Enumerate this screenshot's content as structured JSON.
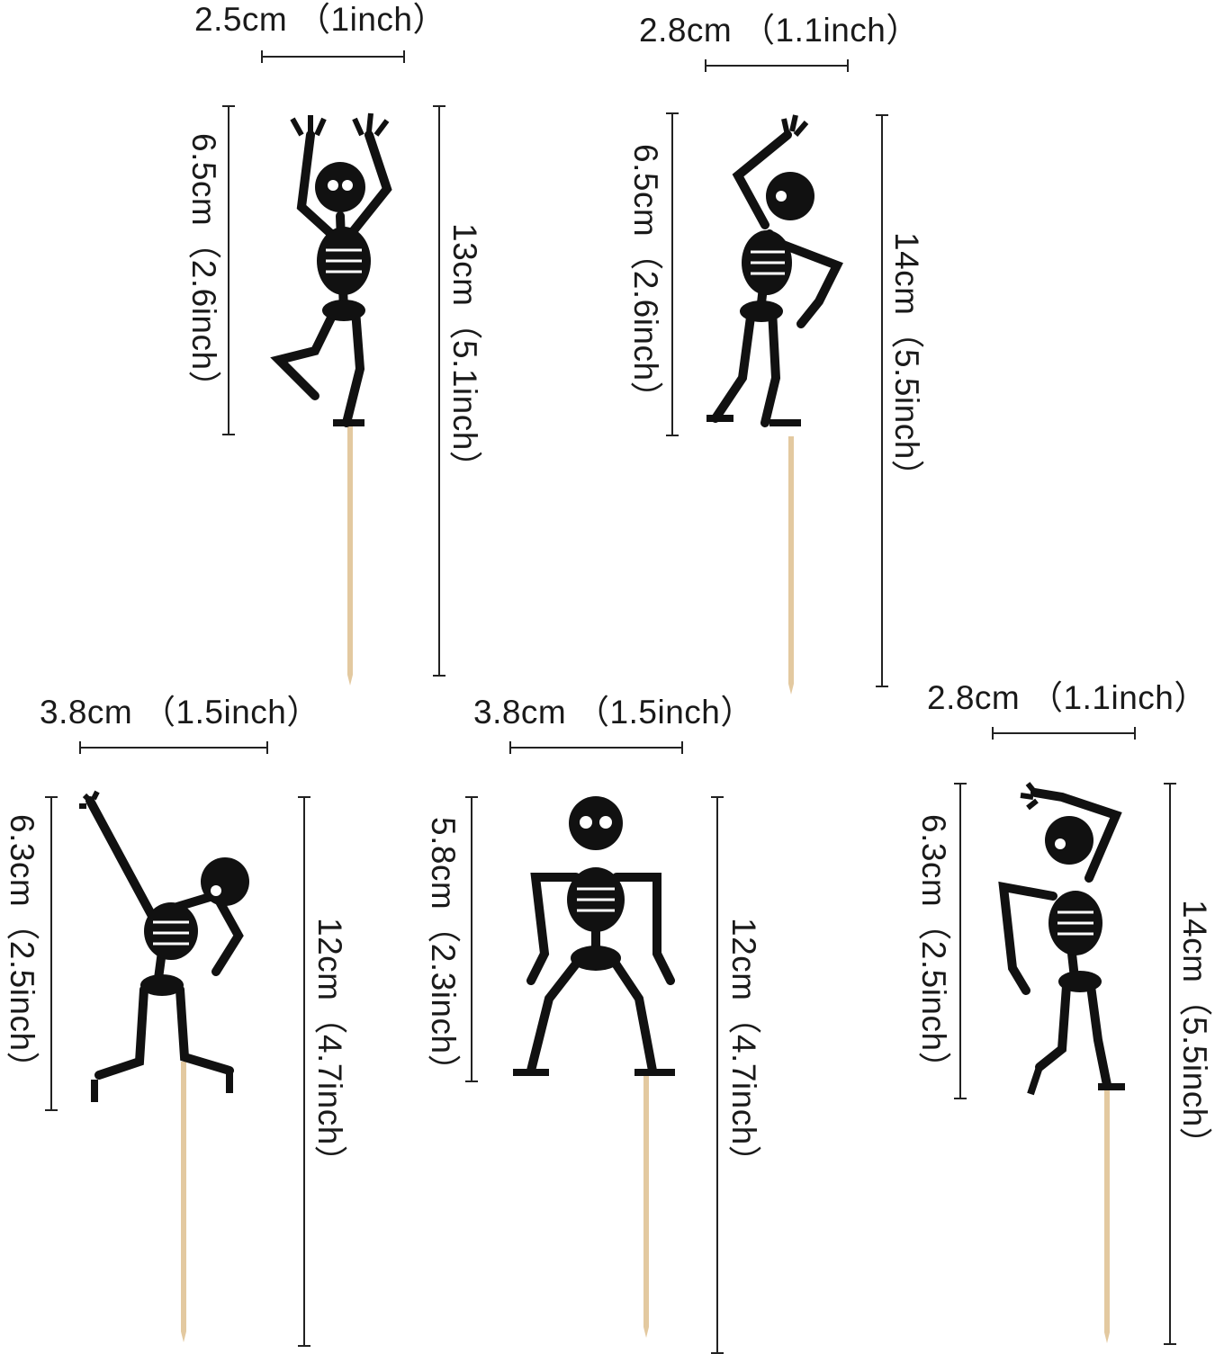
{
  "colors": {
    "background": "#ffffff",
    "skeleton": "#111111",
    "stick": "#e3c9a0",
    "line": "#222222"
  },
  "toppers": [
    {
      "width_label": "2.5cm （1inch）",
      "figure_label": "6.5cm（2.6inch）",
      "total_label": "13cm（5.1inch）"
    },
    {
      "width_label": "2.8cm （1.1inch）",
      "figure_label": "6.5cm（2.6inch）",
      "total_label": "14cm（5.5inch）"
    },
    {
      "width_label": "3.8cm （1.5inch）",
      "figure_label": "6.3cm（2.5inch）",
      "total_label": "12cm（4.7inch）"
    },
    {
      "width_label": "3.8cm （1.5inch）",
      "figure_label": "5.8cm（2.3inch）",
      "total_label": "12cm（4.7inch）"
    },
    {
      "width_label": "2.8cm （1.1inch）",
      "figure_label": "6.3cm（2.5inch）",
      "total_label": "14cm（5.5inch）"
    }
  ]
}
